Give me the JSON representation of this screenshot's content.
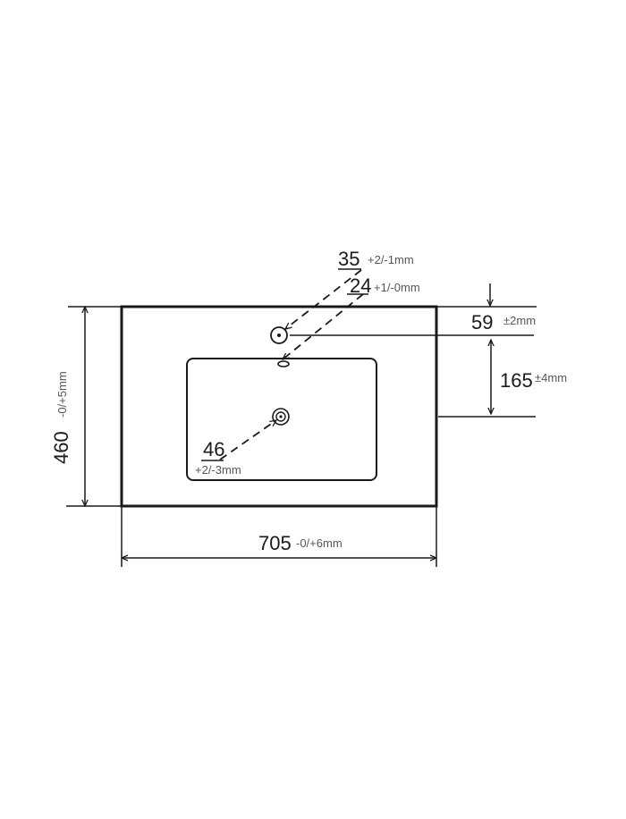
{
  "colors": {
    "stroke": "#1a1a1a",
    "tolerance_text": "#555555",
    "background": "#ffffff"
  },
  "dimensions": {
    "tap_hole": {
      "value": "35",
      "tolerance": "+2/-1mm"
    },
    "overflow": {
      "value": "24",
      "tolerance": "+1/-0mm"
    },
    "edge_to_tap": {
      "value": "59",
      "tolerance": "±2mm"
    },
    "tap_to_basin": {
      "value": "165",
      "tolerance": "±4mm"
    },
    "waste": {
      "value": "46",
      "tolerance": "+2/-3mm"
    },
    "depth": {
      "value": "460",
      "tolerance": "-0/+5mm"
    },
    "width": {
      "value": "705",
      "tolerance": "-0/+6mm"
    }
  }
}
